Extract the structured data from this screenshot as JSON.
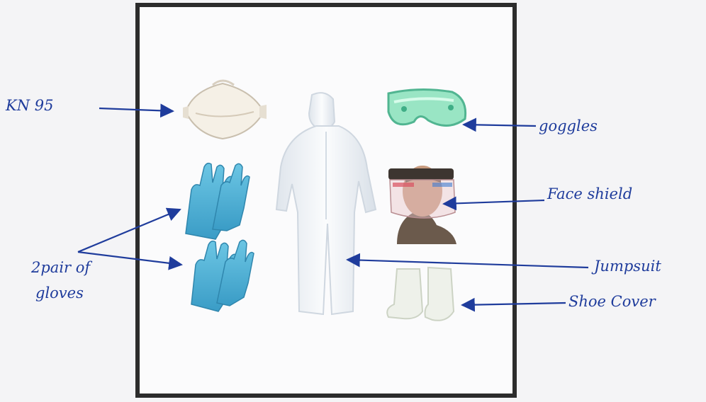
{
  "labels": {
    "kn95": "KN 95",
    "goggles": "goggles",
    "face_shield": "Face shield",
    "gloves_line1": "2pair of",
    "gloves_line2": "gloves",
    "jumpsuit": "Jumpsuit",
    "shoe_cover": "Shoe Cover"
  },
  "colors": {
    "ink": "#1f3c9c",
    "frame": "#2c2c2c",
    "glove": "#4fb2d6",
    "goggles": "#7fdcb4",
    "suit": "#f3f5f7"
  },
  "icons": [
    "mask-icon",
    "goggles-icon",
    "face-shield-icon",
    "gloves-icon",
    "jumpsuit-icon",
    "shoe-cover-icon"
  ]
}
